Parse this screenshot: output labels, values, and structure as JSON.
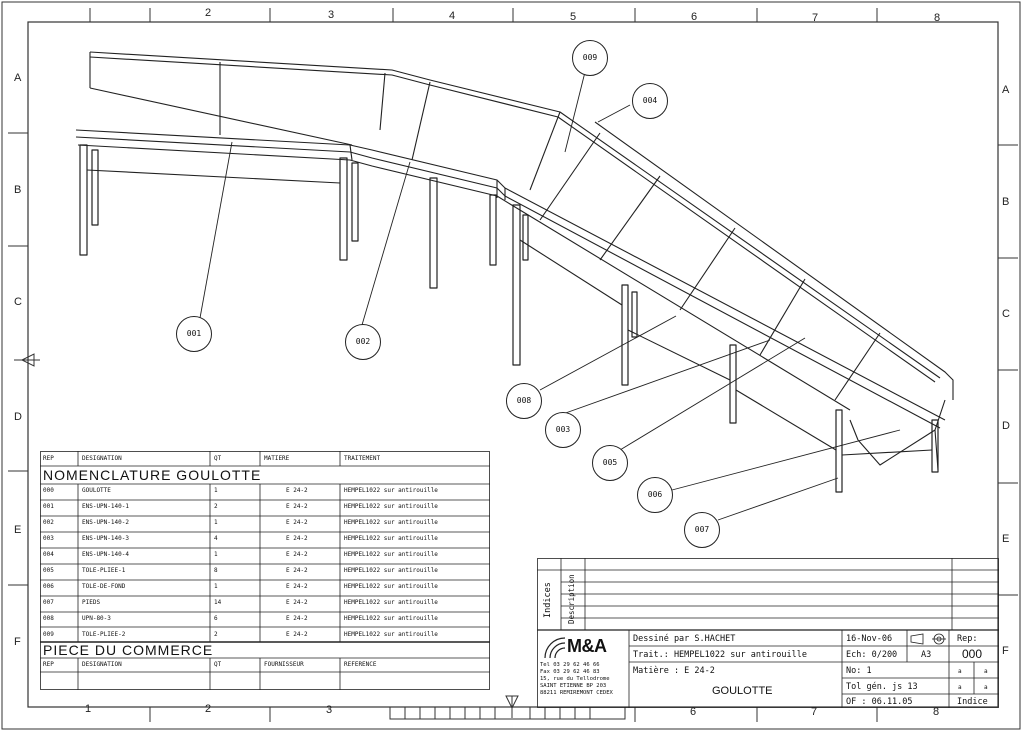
{
  "zones": {
    "columns": [
      "2",
      "3",
      "4",
      "5",
      "6",
      "7",
      "8"
    ],
    "bottom_columns": [
      "1",
      "2",
      "3",
      "6",
      "7",
      "8"
    ],
    "rows": [
      "A",
      "B",
      "C",
      "D",
      "E",
      "F"
    ]
  },
  "callouts": {
    "c001": "001",
    "c002": "002",
    "c003": "003",
    "c004": "004",
    "c005": "005",
    "c006": "006",
    "c007": "007",
    "c008": "008",
    "c009": "009"
  },
  "bom": {
    "headers": {
      "rep": "REP",
      "designation": "DESIGNATION",
      "qt": "QT",
      "matiere": "MATIERE",
      "traitement": "TRAITEMENT"
    },
    "title": "NOMENCLATURE GOULOTTE",
    "rows": [
      {
        "rep": "000",
        "designation": "GOULOTTE",
        "qt": "1",
        "matiere": "E 24-2",
        "traitement": "HEMPEL1022 sur antirouille"
      },
      {
        "rep": "001",
        "designation": "ENS-UPN-140-1",
        "qt": "2",
        "matiere": "E 24-2",
        "traitement": "HEMPEL1022 sur antirouille"
      },
      {
        "rep": "002",
        "designation": "ENS-UPN-140-2",
        "qt": "1",
        "matiere": "E 24-2",
        "traitement": "HEMPEL1022 sur antirouille"
      },
      {
        "rep": "003",
        "designation": "ENS-UPN-140-3",
        "qt": "4",
        "matiere": "E 24-2",
        "traitement": "HEMPEL1022 sur antirouille"
      },
      {
        "rep": "004",
        "designation": "ENS-UPN-140-4",
        "qt": "1",
        "matiere": "E 24-2",
        "traitement": "HEMPEL1022 sur antirouille"
      },
      {
        "rep": "005",
        "designation": "TOLE-PLIEE-1",
        "qt": "8",
        "matiere": "E 24-2",
        "traitement": "HEMPEL1022 sur antirouille"
      },
      {
        "rep": "006",
        "designation": "TOLE-DE-FOND",
        "qt": "1",
        "matiere": "E 24-2",
        "traitement": "HEMPEL1022 sur antirouille"
      },
      {
        "rep": "007",
        "designation": "PIEDS",
        "qt": "14",
        "matiere": "E 24-2",
        "traitement": "HEMPEL1022 sur antirouille"
      },
      {
        "rep": "008",
        "designation": "UPN-80-3",
        "qt": "6",
        "matiere": "E 24-2",
        "traitement": "HEMPEL1022 sur antirouille"
      },
      {
        "rep": "009",
        "designation": "TOLE-PLIEE-2",
        "qt": "2",
        "matiere": "E 24-2",
        "traitement": "HEMPEL1022 sur antirouille"
      }
    ],
    "commerce_title": "PIECE DU COMMERCE",
    "commerce_headers": {
      "rep": "REP",
      "designation": "DESIGNATION",
      "qt": "QT",
      "fournisseur": "FOURNISSEUR",
      "reference": "REFERENCE"
    }
  },
  "revision": {
    "indices": "Indices",
    "description": "Description"
  },
  "title_block": {
    "logo": "M&A",
    "contact": [
      "Tel 03 29 62 46 66",
      "Fax 03 29 62 46 83",
      "15, rue du Tellodrome",
      "SAINT ETIENNE BP 203",
      "88211 REMIREMONT CEDEX"
    ],
    "dessine": "Dessiné par S.HACHET",
    "traitement": "Trait.: HEMPEL1022 sur antirouille",
    "matiere": "Matière : E 24-2",
    "nom": "GOULOTTE",
    "date": "16-Nov-06",
    "echelle": "Ech: 0/200",
    "format": "A3",
    "rep_label": "Rep:",
    "rep_value": "000",
    "no": "No: 1",
    "tol": "Tol gén. js 13",
    "of": "OF : 06.11.05",
    "indice": "Indice",
    "small_a": "a"
  }
}
